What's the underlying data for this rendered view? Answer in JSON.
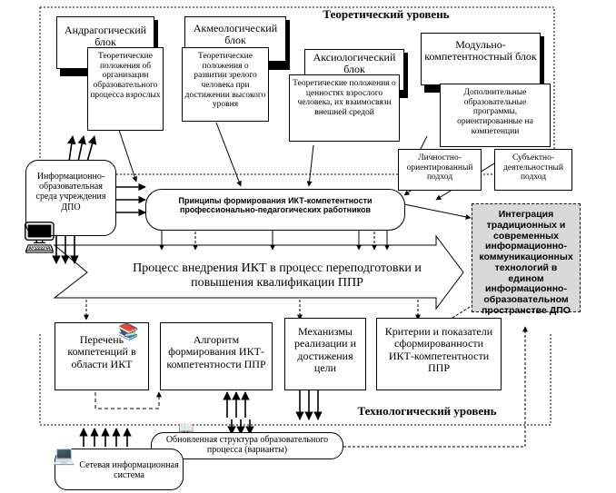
{
  "theory": {
    "title": "Теоретический уровень",
    "andragogic": {
      "title": "Андрагогический блок",
      "text": "Теоретические положения об организации образовательного процесса взрослых"
    },
    "akmeologic": {
      "title": "Акмеологический блок",
      "text": "Теоретические положения о развитии зрелого человека при достижении высокого уровня"
    },
    "axiologic": {
      "title": "Аксиологический блок",
      "text": "Теоретические положения о ценностях взрослого человека, их взаимосвязи внешней средой"
    },
    "modular": {
      "title": "Модульно-компетентностный блок",
      "text": "Дополнительные образовательные программы, ориентированные на компетенции"
    },
    "personal_approach": "Личностно-ориентированный подход",
    "subject_approach": "Субъектно-деятельностный подход"
  },
  "info_env": "Информационно-образовательная среда учреждения ДПО",
  "principles": "Принципы формирования ИКТ-компетентности профессионально-педагогических работников",
  "integration": "Интеграция традиционных и современных информационно-коммуникационных технологий в едином информационно-образовательном пространстве ДПО",
  "process_arrow": "Процесс внедрения ИКТ в процесс переподготовки и повышения квалификации ППР",
  "tech": {
    "title": "Технологический уровень",
    "competencies": "Перечень компетенций в области ИКТ",
    "algorithm": "Алгоритм формирования ИКТ-компетентности ППР",
    "mechanisms": "Механизмы реализации и достижения цели",
    "criteria": "Критерии и показатели сформированности ИКТ-компетентности ППР"
  },
  "updated_structure": "Обновленная структура образовательного процесса (варианты)",
  "network": "Сетевая информационная система",
  "icons": [
    "computer-icon",
    "books-icon",
    "laptop-icon",
    "book-icon"
  ]
}
